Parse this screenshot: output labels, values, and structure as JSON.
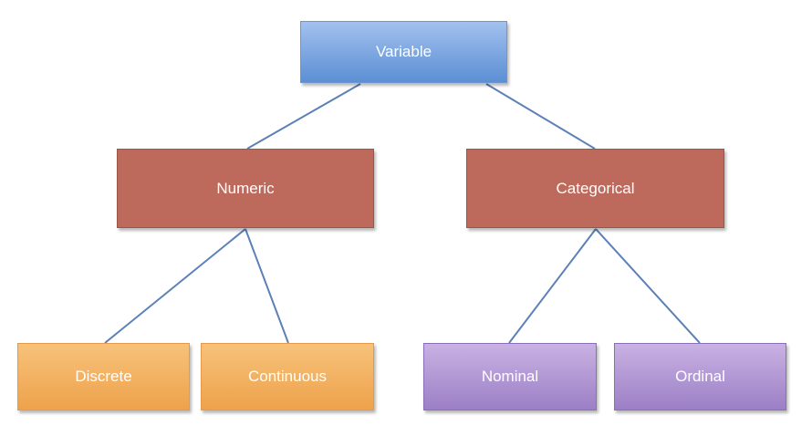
{
  "diagram": {
    "root": {
      "label": "Variable"
    },
    "branches": [
      {
        "label": "Numeric",
        "children": [
          {
            "label": "Discrete"
          },
          {
            "label": "Continuous"
          }
        ]
      },
      {
        "label": "Categorical",
        "children": [
          {
            "label": "Nominal"
          },
          {
            "label": "Ordinal"
          }
        ]
      }
    ]
  },
  "colors": {
    "root": "#5b8fd4",
    "branch": "#bd6a5d",
    "numeric_leaf": "#eea24b",
    "categorical_leaf": "#9c7fc6",
    "connector": "#5c80b8"
  }
}
